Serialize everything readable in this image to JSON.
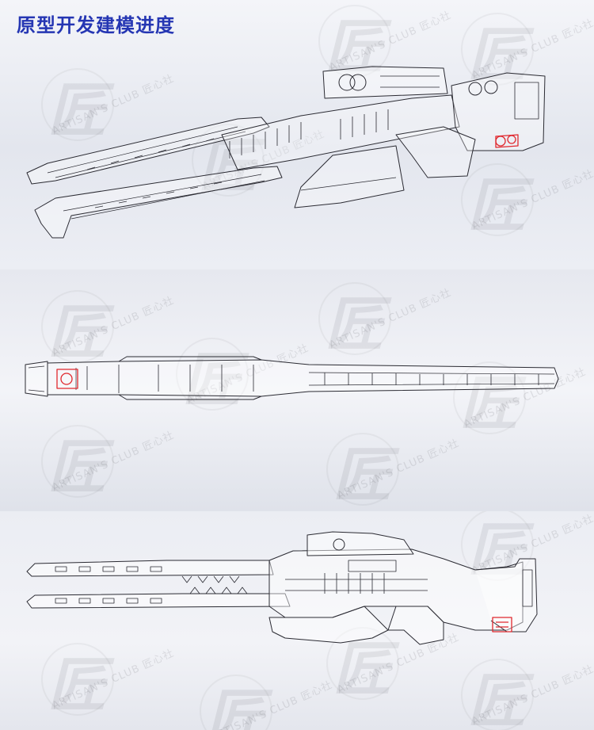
{
  "header": {
    "title": "原型开发建模进度"
  },
  "watermark": {
    "glyph": "匠",
    "brand": "ARTISAN'S CLUB 匠心社"
  },
  "views": [
    {
      "id": "isometric",
      "accent_parts": "red"
    },
    {
      "id": "top",
      "accent_parts": "red"
    },
    {
      "id": "side",
      "accent_parts": "red"
    }
  ],
  "colors": {
    "title": "#2536b3",
    "line": "#2b2b33",
    "accent": "#e0282e"
  }
}
